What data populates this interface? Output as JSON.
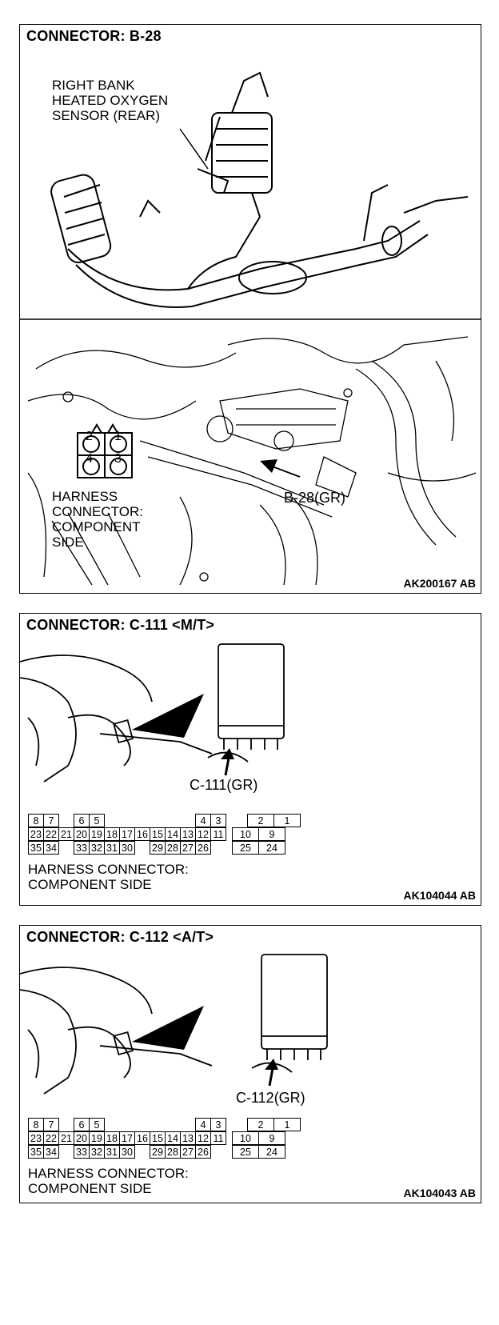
{
  "panel1": {
    "title": "CONNECTOR: B-28",
    "sensor_label": "RIGHT BANK\nHEATED OXYGEN\nSENSOR (REAR)",
    "pins": [
      "2",
      "1",
      "4",
      "3"
    ],
    "harness_label": "HARNESS\nCONNECTOR:\nCOMPONENT\nSIDE",
    "connector_callout": "B-28(GR)",
    "figure_code": "AK200167 AB"
  },
  "panel2": {
    "title": "CONNECTOR: C-111 <M/T>",
    "connector_callout": "C-111(GR)",
    "row1": [
      "8",
      "7",
      "",
      "6",
      "5",
      "",
      "",
      "",
      "",
      "",
      "",
      "4",
      "3",
      "",
      "2",
      "1"
    ],
    "row2": [
      "23",
      "22",
      "21",
      "20",
      "19",
      "18",
      "17",
      "16",
      "15",
      "14",
      "13",
      "12",
      "11",
      "10",
      "9"
    ],
    "row3": [
      "35",
      "34",
      "",
      "33",
      "32",
      "31",
      "30",
      "",
      "29",
      "28",
      "27",
      "26",
      "",
      "25",
      "24"
    ],
    "harness_label": "HARNESS CONNECTOR:\nCOMPONENT SIDE",
    "figure_code": "AK104044 AB"
  },
  "panel3": {
    "title": "CONNECTOR: C-112 <A/T>",
    "connector_callout": "C-112(GR)",
    "row1": [
      "8",
      "7",
      "",
      "6",
      "5",
      "",
      "",
      "",
      "",
      "",
      "",
      "4",
      "3",
      "",
      "2",
      "1"
    ],
    "row2": [
      "23",
      "22",
      "21",
      "20",
      "19",
      "18",
      "17",
      "16",
      "15",
      "14",
      "13",
      "12",
      "11",
      "10",
      "9"
    ],
    "row3": [
      "35",
      "34",
      "",
      "33",
      "32",
      "31",
      "30",
      "",
      "29",
      "28",
      "27",
      "26",
      "",
      "25",
      "24"
    ],
    "harness_label": "HARNESS CONNECTOR:\nCOMPONENT SIDE",
    "figure_code": "AK104043 AB"
  }
}
